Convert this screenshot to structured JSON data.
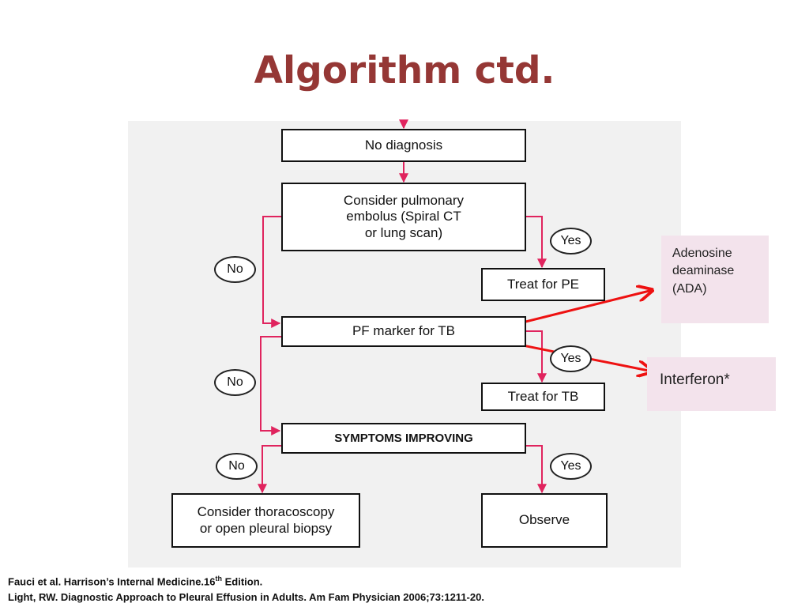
{
  "slide": {
    "title": "Algorithm ctd."
  },
  "flowchart": {
    "nodes": {
      "no_diagnosis": "No diagnosis",
      "consider_pe": "Consider pulmonary\nembolus (Spiral CT\nor lung scan)",
      "treat_pe": "Treat for PE",
      "pf_marker_tb": "PF marker for TB",
      "treat_tb": "Treat for TB",
      "symptoms_improving": "SYMPTOMS IMPROVING",
      "consider_thoracoscopy": "Consider thoracoscopy\nor open pleural biopsy",
      "observe": "Observe"
    },
    "branch_labels": {
      "yes": "Yes",
      "no": "No"
    },
    "colors": {
      "connector": "#e0245e",
      "highlight_arrow": "#ee1111",
      "callout_fill": "#f3e3ec",
      "title": "#953735"
    }
  },
  "callouts": {
    "ada": "Adenosine\n   deaminase\n  (ADA)",
    "interferon": "Interferon*"
  },
  "references": {
    "ref1_text": "Fauci et al. Harrison’s Internal Medicine.16",
    "ref1_sup": "th",
    "ref1_tail": " Edition.",
    "ref2": "Light, RW. Diagnostic Approach to Pleural Effusion in Adults. Am Fam Physician 2006;73:1211-20."
  }
}
